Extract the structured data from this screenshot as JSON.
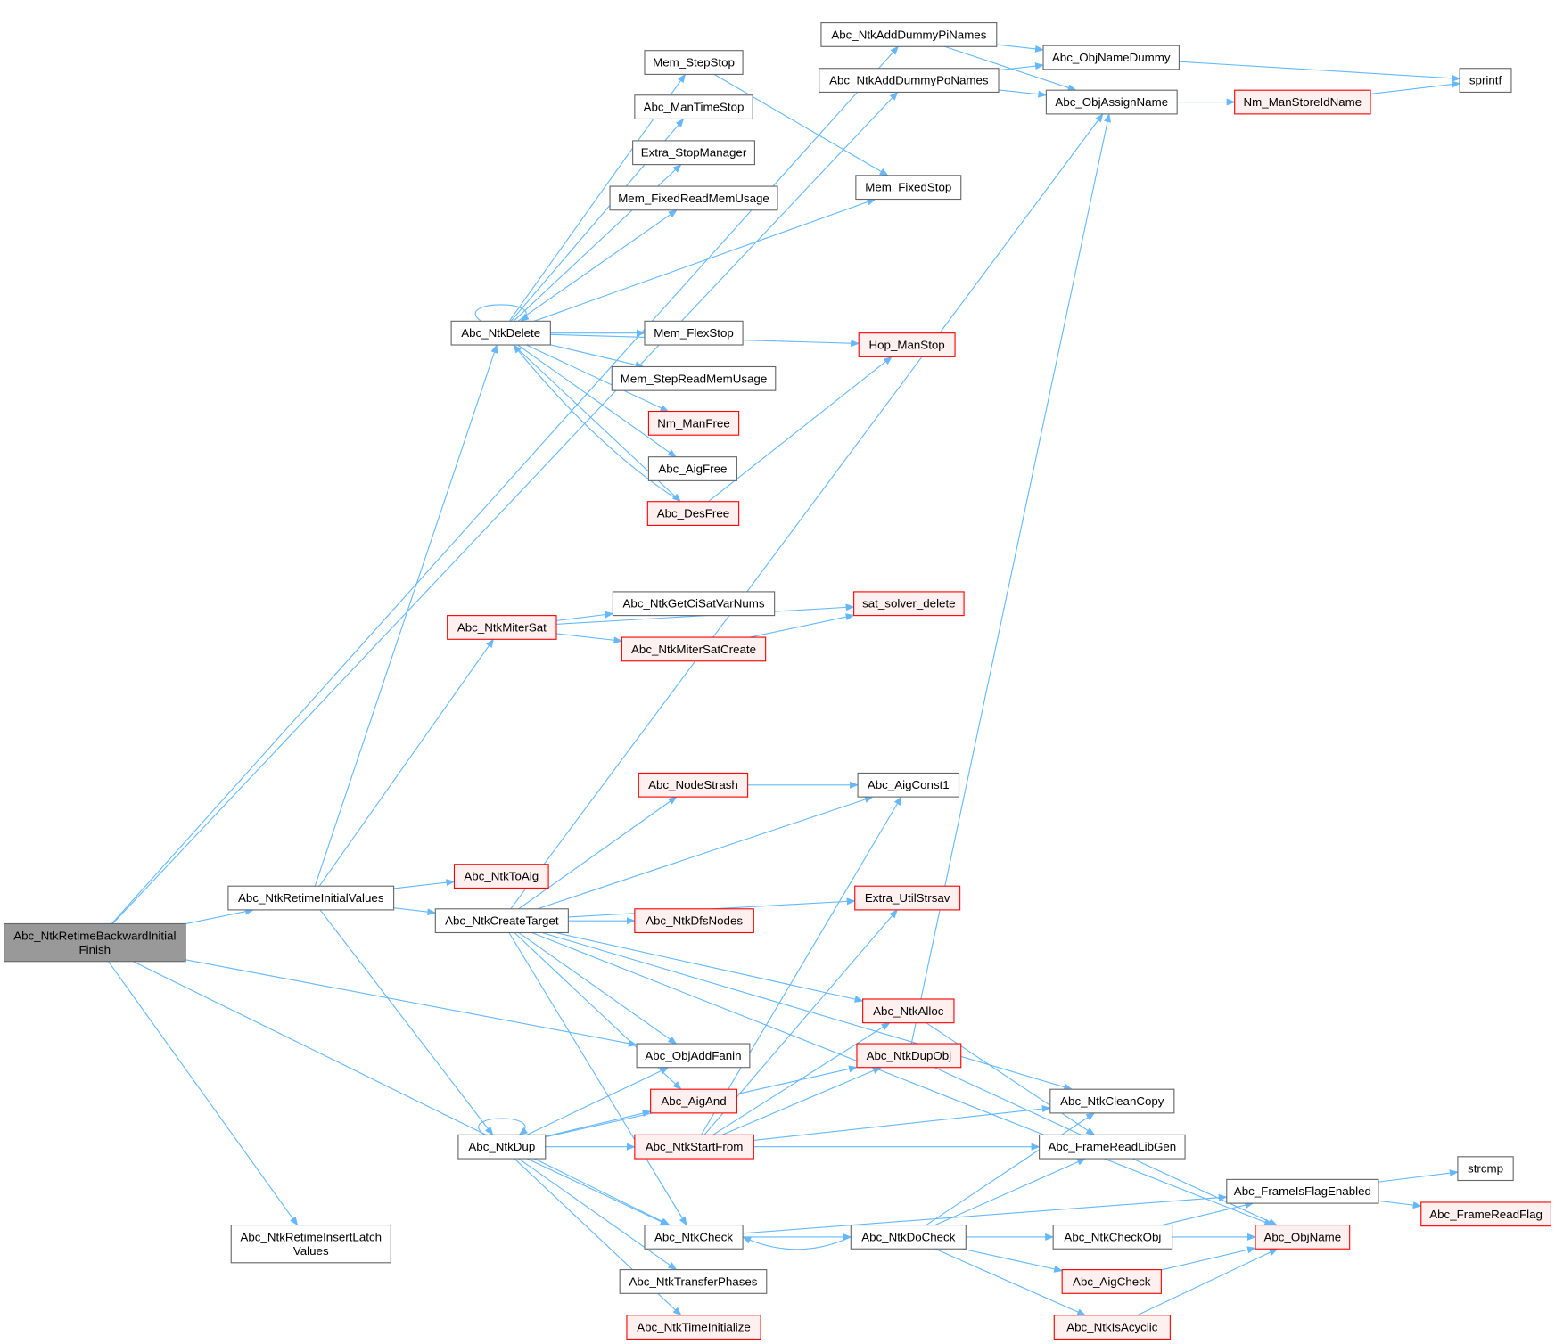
{
  "colors": {
    "edge": "#63b8ff",
    "red_border": "#ff0000",
    "red_fill": "#fff0f0",
    "root_fill": "#999999",
    "border": "#666666"
  },
  "nodes": [
    {
      "id": "root",
      "label": [
        "Abc_NtkRetimeBackwardInitial",
        "Finish"
      ],
      "kind": "root"
    },
    {
      "id": "initvals",
      "label": [
        "Abc_NtkRetimeInitialValues"
      ]
    },
    {
      "id": "insertlatch",
      "label": [
        "Abc_NtkRetimeInsertLatch",
        "Values"
      ]
    },
    {
      "id": "dummypi",
      "label": [
        "Abc_NtkAddDummyPiNames"
      ]
    },
    {
      "id": "dummypo",
      "label": [
        "Abc_NtkAddDummyPoNames"
      ]
    },
    {
      "id": "namedummy",
      "label": [
        "Abc_ObjNameDummy"
      ]
    },
    {
      "id": "assignname",
      "label": [
        "Abc_ObjAssignName"
      ]
    },
    {
      "id": "storeid",
      "label": [
        "Nm_ManStoreIdName"
      ],
      "kind": "red"
    },
    {
      "id": "sprintf",
      "label": [
        "sprintf"
      ]
    },
    {
      "id": "stepstop",
      "label": [
        "Mem_StepStop"
      ]
    },
    {
      "id": "mantimestop",
      "label": [
        "Abc_ManTimeStop"
      ]
    },
    {
      "id": "stopmanager",
      "label": [
        "Extra_StopManager"
      ]
    },
    {
      "id": "fixedreadmem",
      "label": [
        "Mem_FixedReadMemUsage"
      ]
    },
    {
      "id": "fixedstop",
      "label": [
        "Mem_FixedStop"
      ]
    },
    {
      "id": "ntkdelete",
      "label": [
        "Abc_NtkDelete"
      ]
    },
    {
      "id": "flexstop",
      "label": [
        "Mem_FlexStop"
      ]
    },
    {
      "id": "hopstop",
      "label": [
        "Hop_ManStop"
      ],
      "kind": "red"
    },
    {
      "id": "stepreadmem",
      "label": [
        "Mem_StepReadMemUsage"
      ]
    },
    {
      "id": "nmfree",
      "label": [
        "Nm_ManFree"
      ],
      "kind": "red"
    },
    {
      "id": "aigfree",
      "label": [
        "Abc_AigFree"
      ]
    },
    {
      "id": "desfree",
      "label": [
        "Abc_DesFree"
      ],
      "kind": "red"
    },
    {
      "id": "mitersat",
      "label": [
        "Abc_NtkMiterSat"
      ],
      "kind": "red"
    },
    {
      "id": "cisatvar",
      "label": [
        "Abc_NtkGetCiSatVarNums"
      ]
    },
    {
      "id": "satdelete",
      "label": [
        "sat_solver_delete"
      ],
      "kind": "red"
    },
    {
      "id": "mitersatcreate",
      "label": [
        "Abc_NtkMiterSatCreate"
      ],
      "kind": "red"
    },
    {
      "id": "nodestrash",
      "label": [
        "Abc_NodeStrash"
      ],
      "kind": "red"
    },
    {
      "id": "aigconst1",
      "label": [
        "Abc_AigConst1"
      ]
    },
    {
      "id": "ntktoaig",
      "label": [
        "Abc_NtkToAig"
      ],
      "kind": "red"
    },
    {
      "id": "createtarget",
      "label": [
        "Abc_NtkCreateTarget"
      ]
    },
    {
      "id": "strsav",
      "label": [
        "Extra_UtilStrsav"
      ],
      "kind": "red"
    },
    {
      "id": "dfsnodes",
      "label": [
        "Abc_NtkDfsNodes"
      ],
      "kind": "red"
    },
    {
      "id": "ntkalloc",
      "label": [
        "Abc_NtkAlloc"
      ],
      "kind": "red"
    },
    {
      "id": "addfanin",
      "label": [
        "Abc_ObjAddFanin"
      ]
    },
    {
      "id": "dupobj",
      "label": [
        "Abc_NtkDupObj"
      ],
      "kind": "red"
    },
    {
      "id": "aigand",
      "label": [
        "Abc_AigAnd"
      ],
      "kind": "red"
    },
    {
      "id": "cleancopy",
      "label": [
        "Abc_NtkCleanCopy"
      ]
    },
    {
      "id": "ntkdup",
      "label": [
        "Abc_NtkDup"
      ]
    },
    {
      "id": "startfrom",
      "label": [
        "Abc_NtkStartFrom"
      ],
      "kind": "red"
    },
    {
      "id": "readlibgen",
      "label": [
        "Abc_FrameReadLibGen"
      ]
    },
    {
      "id": "flagenabled",
      "label": [
        "Abc_FrameIsFlagEnabled"
      ]
    },
    {
      "id": "strcmp",
      "label": [
        "strcmp"
      ]
    },
    {
      "id": "readflag",
      "label": [
        "Abc_FrameReadFlag"
      ],
      "kind": "red"
    },
    {
      "id": "ntkcheck",
      "label": [
        "Abc_NtkCheck"
      ]
    },
    {
      "id": "docheck",
      "label": [
        "Abc_NtkDoCheck"
      ]
    },
    {
      "id": "checkobj",
      "label": [
        "Abc_NtkCheckObj"
      ]
    },
    {
      "id": "objname",
      "label": [
        "Abc_ObjName"
      ],
      "kind": "red"
    },
    {
      "id": "transferphases",
      "label": [
        "Abc_NtkTransferPhases"
      ]
    },
    {
      "id": "aigcheck",
      "label": [
        "Abc_AigCheck"
      ],
      "kind": "red"
    },
    {
      "id": "timeinit",
      "label": [
        "Abc_NtkTimeInitialize"
      ],
      "kind": "red"
    },
    {
      "id": "isacyclic",
      "label": [
        "Abc_NtkIsAcyclic"
      ],
      "kind": "red"
    }
  ],
  "edges": [
    [
      "root",
      "dummypi"
    ],
    [
      "root",
      "dummypo"
    ],
    [
      "root",
      "initvals"
    ],
    [
      "root",
      "addfanin"
    ],
    [
      "root",
      "ntkcheck"
    ],
    [
      "root",
      "insertlatch"
    ],
    [
      "initvals",
      "ntkdelete"
    ],
    [
      "initvals",
      "mitersat"
    ],
    [
      "initvals",
      "ntktoaig"
    ],
    [
      "initvals",
      "createtarget"
    ],
    [
      "initvals",
      "ntkdup"
    ],
    [
      "dummypi",
      "namedummy"
    ],
    [
      "dummypi",
      "assignname"
    ],
    [
      "dummypo",
      "namedummy"
    ],
    [
      "dummypo",
      "assignname"
    ],
    [
      "namedummy",
      "sprintf"
    ],
    [
      "assignname",
      "storeid"
    ],
    [
      "storeid",
      "sprintf"
    ],
    [
      "ntkdelete",
      "ntkdelete"
    ],
    [
      "ntkdelete",
      "stepstop"
    ],
    [
      "ntkdelete",
      "mantimestop"
    ],
    [
      "ntkdelete",
      "stopmanager"
    ],
    [
      "ntkdelete",
      "fixedreadmem"
    ],
    [
      "ntkdelete",
      "fixedstop"
    ],
    [
      "ntkdelete",
      "hopstop"
    ],
    [
      "ntkdelete",
      "flexstop"
    ],
    [
      "ntkdelete",
      "stepreadmem"
    ],
    [
      "ntkdelete",
      "nmfree"
    ],
    [
      "ntkdelete",
      "aigfree"
    ],
    [
      "ntkdelete",
      "desfree"
    ],
    [
      "desfree",
      "ntkdelete"
    ],
    [
      "desfree",
      "hopstop"
    ],
    [
      "stepstop",
      "fixedstop"
    ],
    [
      "mitersat",
      "cisatvar"
    ],
    [
      "mitersat",
      "satdelete"
    ],
    [
      "mitersat",
      "mitersatcreate"
    ],
    [
      "mitersatcreate",
      "satdelete"
    ],
    [
      "createtarget",
      "assignname"
    ],
    [
      "createtarget",
      "aigconst1"
    ],
    [
      "createtarget",
      "nodestrash"
    ],
    [
      "createtarget",
      "objname"
    ],
    [
      "createtarget",
      "strsav"
    ],
    [
      "createtarget",
      "dfsnodes"
    ],
    [
      "createtarget",
      "cleancopy"
    ],
    [
      "createtarget",
      "ntkalloc"
    ],
    [
      "createtarget",
      "addfanin"
    ],
    [
      "createtarget",
      "aigand"
    ],
    [
      "createtarget",
      "ntkcheck"
    ],
    [
      "nodestrash",
      "aigconst1"
    ],
    [
      "ntkalloc",
      "readlibgen"
    ],
    [
      "dupobj",
      "assignname"
    ],
    [
      "dupobj",
      "objname"
    ],
    [
      "ntkdup",
      "ntkdup"
    ],
    [
      "ntkdup",
      "addfanin"
    ],
    [
      "ntkdup",
      "aigand"
    ],
    [
      "ntkdup",
      "startfrom"
    ],
    [
      "ntkdup",
      "dupobj"
    ],
    [
      "ntkdup",
      "ntkcheck"
    ],
    [
      "ntkdup",
      "transferphases"
    ],
    [
      "ntkdup",
      "timeinit"
    ],
    [
      "startfrom",
      "aigconst1"
    ],
    [
      "startfrom",
      "strsav"
    ],
    [
      "startfrom",
      "ntkalloc"
    ],
    [
      "startfrom",
      "dupobj"
    ],
    [
      "startfrom",
      "cleancopy"
    ],
    [
      "startfrom",
      "readlibgen"
    ],
    [
      "ntkcheck",
      "docheck"
    ],
    [
      "ntkcheck",
      "flagenabled"
    ],
    [
      "docheck",
      "ntkcheck"
    ],
    [
      "docheck",
      "cleancopy"
    ],
    [
      "docheck",
      "readlibgen"
    ],
    [
      "docheck",
      "checkobj"
    ],
    [
      "docheck",
      "aigcheck"
    ],
    [
      "docheck",
      "isacyclic"
    ],
    [
      "checkobj",
      "flagenabled"
    ],
    [
      "checkobj",
      "objname"
    ],
    [
      "aigcheck",
      "objname"
    ],
    [
      "isacyclic",
      "objname"
    ],
    [
      "flagenabled",
      "strcmp"
    ],
    [
      "flagenabled",
      "readflag"
    ]
  ]
}
